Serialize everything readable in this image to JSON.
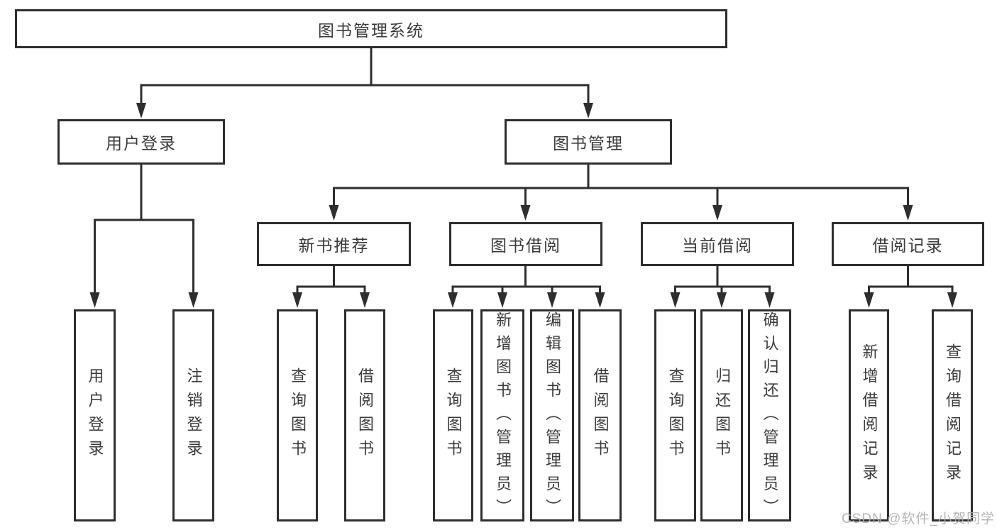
{
  "root": {
    "label": "图书管理系统"
  },
  "branches": {
    "user_login": {
      "label": "用户登录",
      "children": [
        {
          "label": "用户登录"
        },
        {
          "label": "注销登录"
        }
      ]
    },
    "book_management": {
      "label": "图书管理",
      "children": [
        {
          "label": "新书推荐",
          "children": [
            {
              "label": "查询图书"
            },
            {
              "label": "借阅图书"
            }
          ]
        },
        {
          "label": "图书借阅",
          "children": [
            {
              "label": "查询图书"
            },
            {
              "label": "新增图书（管理员）"
            },
            {
              "label": "编辑图书（管理员）"
            },
            {
              "label": "借阅图书"
            }
          ]
        },
        {
          "label": "当前借阅",
          "children": [
            {
              "label": "查询图书"
            },
            {
              "label": "归还图书"
            },
            {
              "label": "确认归还（管理员）"
            }
          ]
        },
        {
          "label": "借阅记录",
          "children": [
            {
              "label": "新增借阅记录"
            },
            {
              "label": "查询借阅记录"
            }
          ]
        }
      ]
    }
  },
  "watermark": {
    "text": "CSDN @软件_小贺同学"
  },
  "colors": {
    "line": "#2e2e2e",
    "box_border": "#2e2e2e",
    "text": "#3a3a3a",
    "watermark": "#aeaeae",
    "background": "#ffffff"
  }
}
